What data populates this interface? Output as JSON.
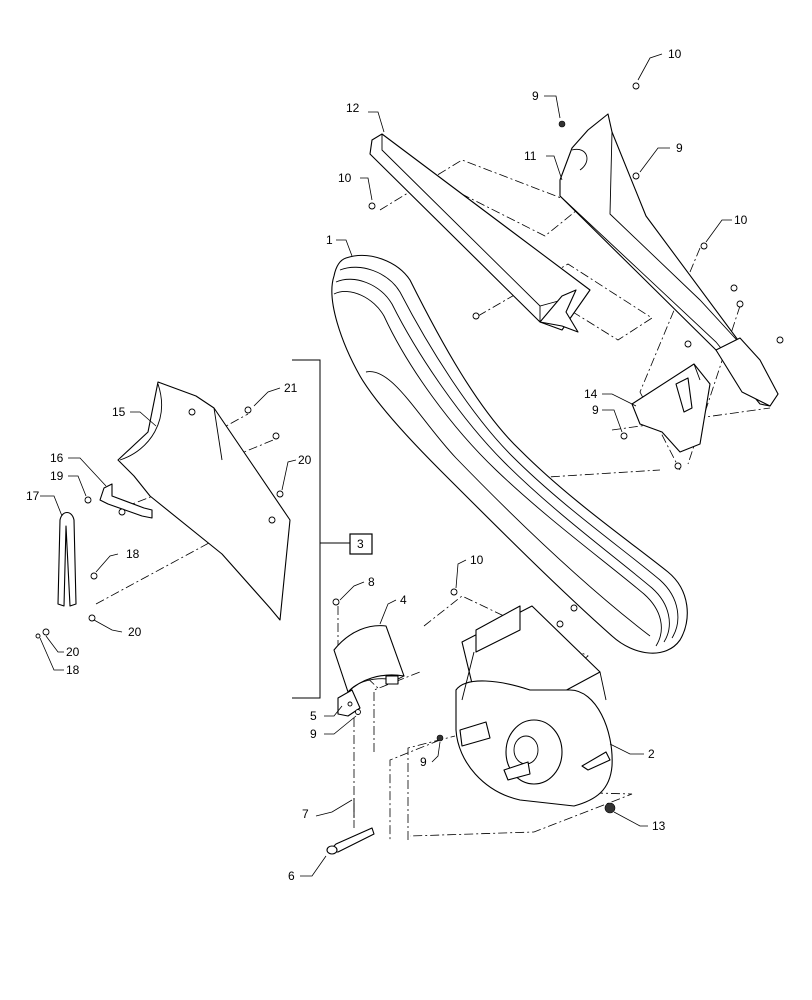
{
  "diagram": {
    "callouts": [
      {
        "id": "c12",
        "label": "12"
      },
      {
        "id": "c10a",
        "label": "10"
      },
      {
        "id": "c9a",
        "label": "9"
      },
      {
        "id": "c11",
        "label": "11"
      },
      {
        "id": "c9b",
        "label": "9"
      },
      {
        "id": "c10b",
        "label": "10"
      },
      {
        "id": "c10c",
        "label": "10"
      },
      {
        "id": "c1",
        "label": "1"
      },
      {
        "id": "c14",
        "label": "14"
      },
      {
        "id": "c9c",
        "label": "9"
      },
      {
        "id": "c15",
        "label": "15"
      },
      {
        "id": "c21",
        "label": "21"
      },
      {
        "id": "c16",
        "label": "16"
      },
      {
        "id": "c19",
        "label": "19"
      },
      {
        "id": "c20a",
        "label": "20"
      },
      {
        "id": "c17",
        "label": "17"
      },
      {
        "id": "c18a",
        "label": "18"
      },
      {
        "id": "c20b",
        "label": "20"
      },
      {
        "id": "c20c",
        "label": "20"
      },
      {
        "id": "c18b",
        "label": "18"
      },
      {
        "id": "c3",
        "label": "3"
      },
      {
        "id": "c8",
        "label": "8"
      },
      {
        "id": "c4",
        "label": "4"
      },
      {
        "id": "c10d",
        "label": "10"
      },
      {
        "id": "c5",
        "label": "5"
      },
      {
        "id": "c9d",
        "label": "9"
      },
      {
        "id": "c9e",
        "label": "9"
      },
      {
        "id": "c2",
        "label": "2"
      },
      {
        "id": "c13",
        "label": "13"
      },
      {
        "id": "c7",
        "label": "7"
      },
      {
        "id": "c6",
        "label": "6"
      }
    ]
  }
}
